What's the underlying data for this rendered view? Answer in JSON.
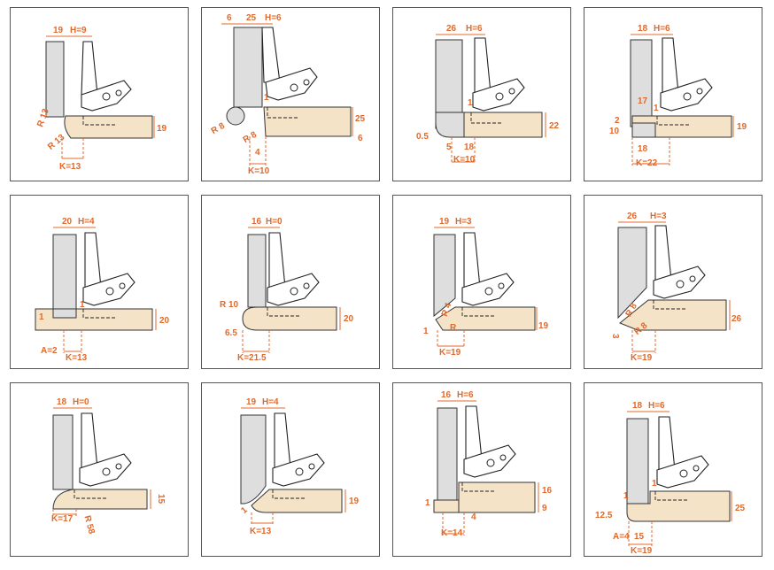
{
  "colors": {
    "dimension": "#e06a2c",
    "side_panel": "#dedede",
    "door": "#f5e3c8",
    "outline": "#333333"
  },
  "panels": [
    {
      "id": "p1",
      "labels": [
        "19",
        "H=9",
        "R 13",
        "R 13",
        "19",
        "K=13"
      ]
    },
    {
      "id": "p2",
      "labels": [
        "6",
        "25",
        "H=6",
        "1",
        "R 8",
        "R 8",
        "4",
        "25",
        "6",
        "K=10"
      ]
    },
    {
      "id": "p3",
      "labels": [
        "26",
        "H=6",
        "1",
        "0.5",
        "5",
        "18",
        "22",
        "K=10"
      ]
    },
    {
      "id": "p4",
      "labels": [
        "18",
        "H=6",
        "17",
        "1",
        "2",
        "10",
        "18",
        "19",
        "K=22"
      ]
    },
    {
      "id": "p5",
      "labels": [
        "20",
        "H=4",
        "1",
        "1",
        "20",
        "A=2",
        "K=13"
      ]
    },
    {
      "id": "p6",
      "labels": [
        "16",
        "H=0",
        "R 10",
        "20",
        "6.5",
        "K=21.5"
      ]
    },
    {
      "id": "p7",
      "labels": [
        "19",
        "H=3",
        "R 4",
        "R",
        "1",
        "19",
        "K=19"
      ]
    },
    {
      "id": "p8",
      "labels": [
        "26",
        "H=3",
        "R 8",
        "R 8",
        "3",
        "26",
        "K=19"
      ]
    },
    {
      "id": "p9",
      "labels": [
        "18",
        "H=0",
        "15",
        "R 58",
        "K=17"
      ]
    },
    {
      "id": "p10",
      "labels": [
        "19",
        "H=4",
        "1",
        "19",
        "K=13"
      ]
    },
    {
      "id": "p11",
      "labels": [
        "16",
        "H=6",
        "1",
        "16",
        "9",
        "4",
        "K=14"
      ]
    },
    {
      "id": "p12",
      "labels": [
        "18",
        "H=6",
        "1",
        "1",
        "12.5",
        "A=4",
        "15",
        "25",
        "K=19"
      ]
    }
  ]
}
